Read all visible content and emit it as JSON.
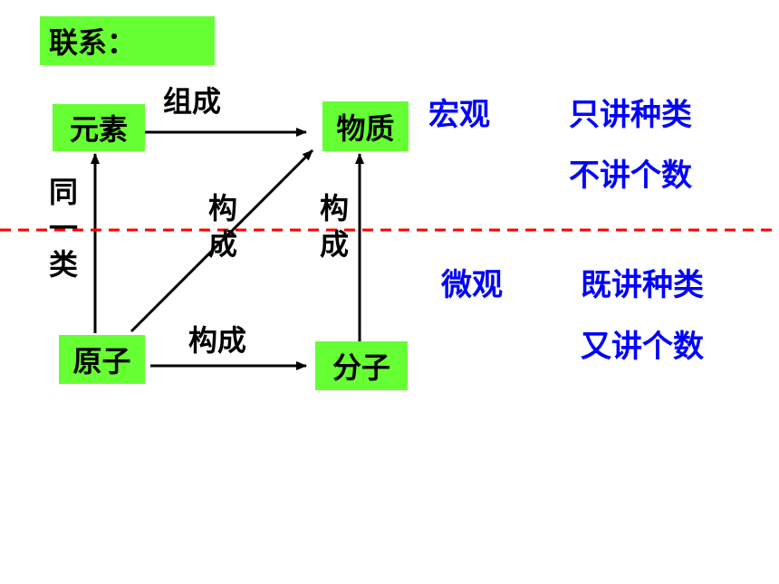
{
  "header": {
    "title": "联系："
  },
  "nodes": {
    "element": "元素",
    "substance": "物质",
    "atom": "原子",
    "molecule": "分子"
  },
  "edges": {
    "element_to_substance": "组成",
    "atom_to_substance": [
      "构",
      "成"
    ],
    "molecule_to_substance": [
      "构",
      "成"
    ],
    "atom_to_molecule": "构成",
    "atom_to_element": [
      "同",
      "一",
      "类"
    ]
  },
  "macro": {
    "label": "宏观",
    "line1": "只讲种类",
    "line2": "不讲个数"
  },
  "micro": {
    "label": "微观",
    "line1": "既讲种类",
    "line2": "又讲个数"
  },
  "colors": {
    "box_fill": "#66ff33",
    "accent_text": "#0000ff",
    "divider": "#ff0000"
  }
}
